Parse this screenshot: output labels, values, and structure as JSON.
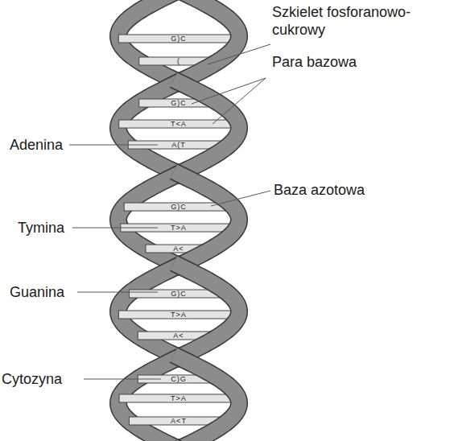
{
  "diagram": {
    "labels": [
      "Szkielet fosforanowo-cukrowy",
      "Para bazowa",
      "Adenina",
      "Baza azotowa",
      "Tymina",
      "Guanina",
      "Cytozyna",
      "G)C",
      "(",
      "G)C",
      "T<A",
      "A(T",
      "G)C",
      "T>A",
      "A<",
      "G)C",
      "T>A",
      "A<",
      "C)G",
      "T>A",
      "A<T"
    ]
  }
}
